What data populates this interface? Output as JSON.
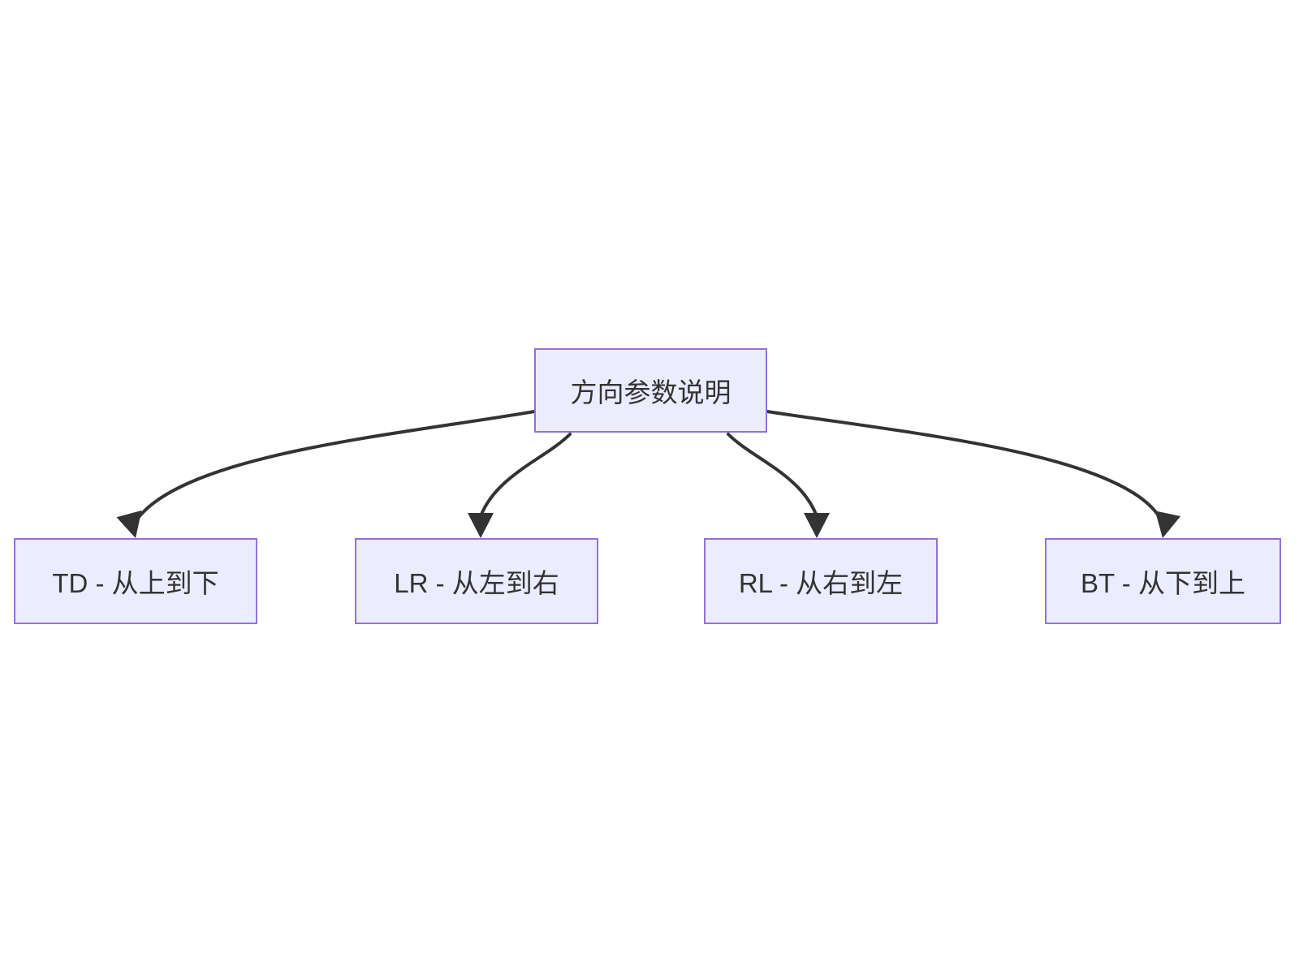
{
  "colors": {
    "canvas_background": "#ffffff",
    "node_fill": "#ececff",
    "node_border": "#9370db",
    "node_text": "#333333",
    "edge_stroke": "#333333"
  },
  "flowchart": {
    "type": "flowchart",
    "direction": "TD",
    "root": {
      "id": "root",
      "label": "方向参数说明"
    },
    "children": [
      {
        "id": "td",
        "label": "TD - 从上到下"
      },
      {
        "id": "lr",
        "label": "LR - 从左到右"
      },
      {
        "id": "rl",
        "label": "RL - 从右到左"
      },
      {
        "id": "bt",
        "label": "BT - 从下到上"
      }
    ],
    "edges": [
      {
        "from": "root",
        "to": "td"
      },
      {
        "from": "root",
        "to": "lr"
      },
      {
        "from": "root",
        "to": "rl"
      },
      {
        "from": "root",
        "to": "bt"
      }
    ]
  }
}
